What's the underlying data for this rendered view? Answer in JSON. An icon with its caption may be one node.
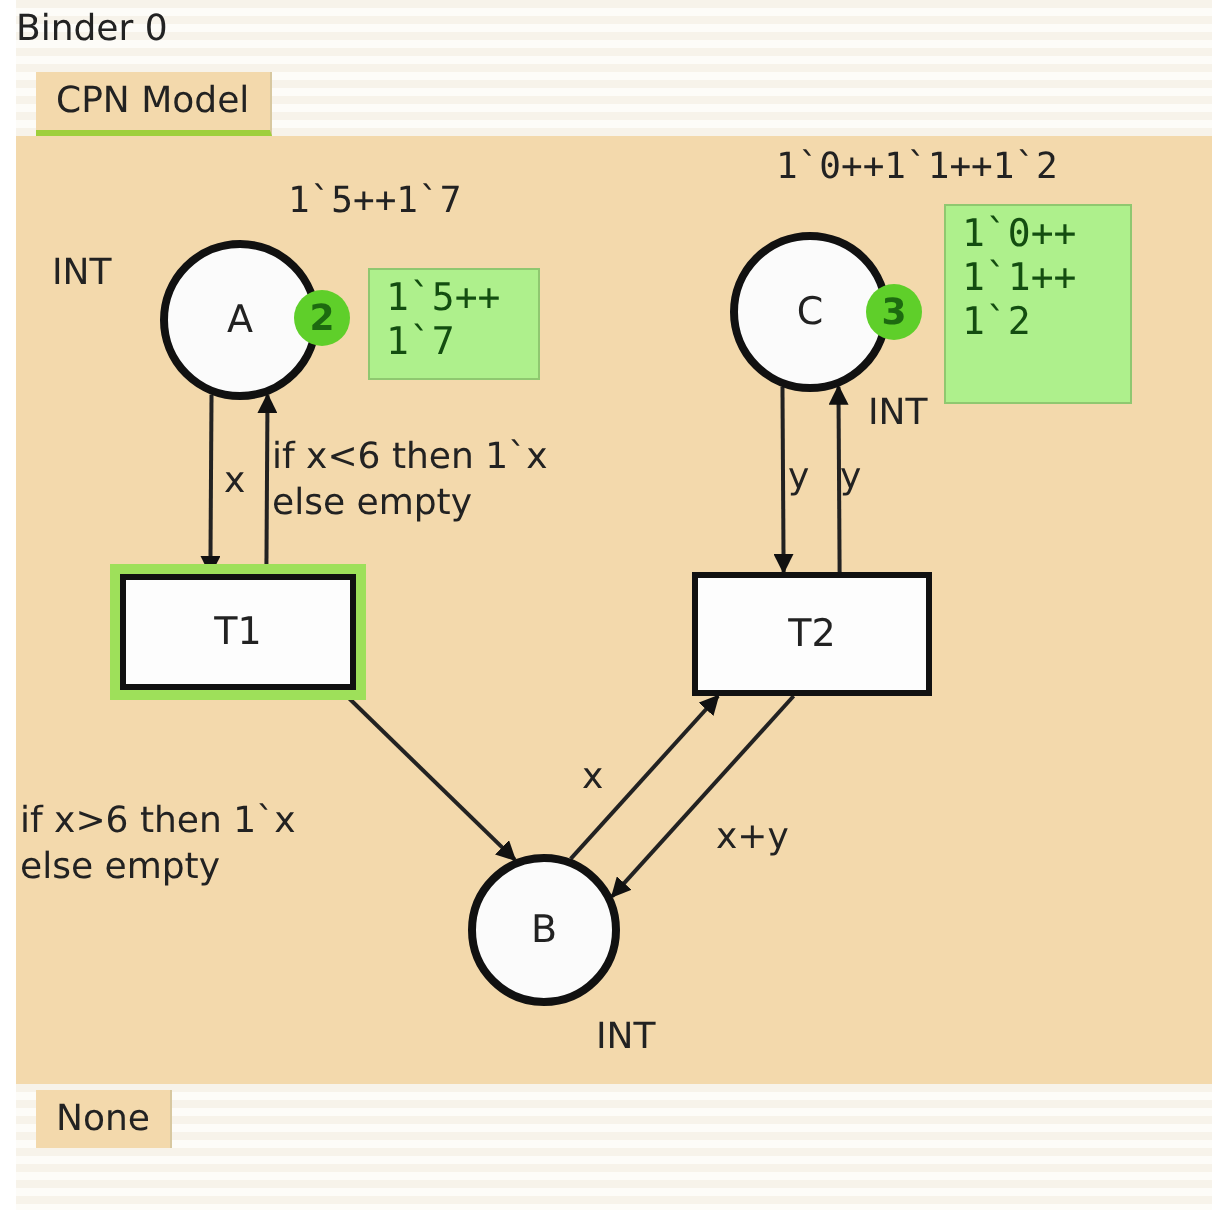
{
  "diagram": {
    "nodes": [
      {
        "text": [
          "A"
        ],
        "beside": [
          "INT",
          "1`5++1`7"
        ]
      },
      {
        "text": [
          "2"
        ]
      },
      {
        "text": [
          "1`5++ 1`7"
        ]
      },
      {
        "text": [
          "C"
        ],
        "beside": [
          "INT"
        ]
      },
      {
        "text": [
          "3"
        ]
      },
      {
        "text": [
          "1`0++ 1`1++ 1`2"
        ]
      },
      {
        "text": [
          "T1"
        ]
      },
      {
        "text": [
          "T2"
        ]
      },
      {
        "text": [
          "B"
        ],
        "beside": [
          "INT"
        ]
      }
    ],
    "edges": [
      {
        "from": 0,
        "to": 6,
        "arrow": "to",
        "label": "x"
      },
      {
        "from": 6,
        "to": 0,
        "arrow": "to",
        "label": "if x<6 then 1`x else empty"
      },
      {
        "from": 3,
        "to": 7,
        "arrow": "to",
        "label": "y"
      },
      {
        "from": 7,
        "to": 3,
        "arrow": "to",
        "label": "y"
      },
      {
        "from": 6,
        "to": 8,
        "arrow": "to",
        "label": "if x>6 then 1`x else empty"
      },
      {
        "from": 8,
        "to": 7,
        "arrow": "to",
        "label": "x"
      },
      {
        "from": 7,
        "to": 8,
        "arrow": "to",
        "label": "x+y"
      }
    ],
    "labels": [
      "Binder 0",
      "CPN Model",
      "1`0++1`1++1`2",
      "None"
    ]
  }
}
